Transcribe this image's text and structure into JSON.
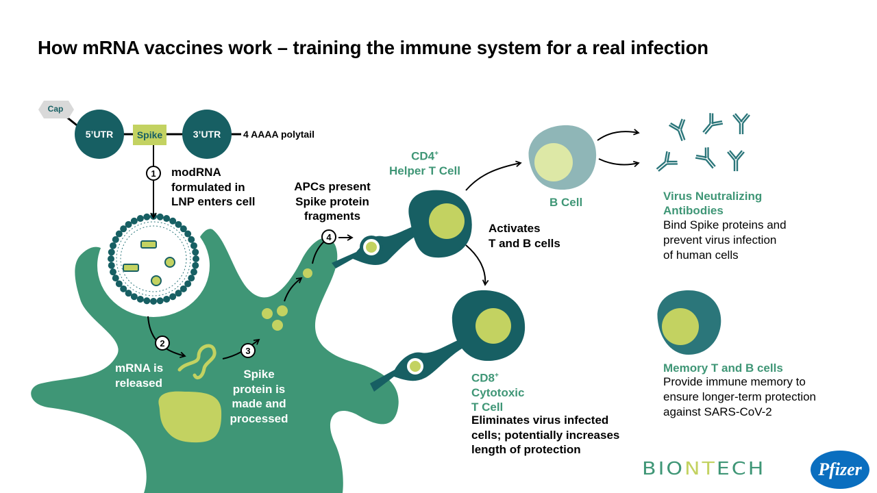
{
  "title": "How mRNA vaccines work – training the immune system for a real infection",
  "colors": {
    "dark_teal": "#175f63",
    "cell_green": "#3f9676",
    "lime": "#c3d261",
    "b_cell": "#8fb6b7",
    "b_nucleus": "#dde8a6",
    "memory_cell": "#2b767a",
    "cap_gray": "#d9d9d9",
    "pfizer_blue": "#0a6ebf"
  },
  "mrna_construct": {
    "cap": "Cap",
    "utr5": "5’UTR",
    "spike": "Spike",
    "utr3": "3’UTR",
    "polytail": "4 AAAA polytail"
  },
  "steps": [
    {
      "number": "1",
      "label": "modRNA\nformulated in\nLNP enters cell"
    },
    {
      "number": "2",
      "label": "mRNA is\nreleased"
    },
    {
      "number": "3",
      "label": "Spike\nprotein is\nmade and\nprocessed"
    },
    {
      "number": "4",
      "label": "APCs present\nSpike protein\nfragments"
    }
  ],
  "cells": {
    "cd4": {
      "name": "CD4",
      "superscript": "+",
      "subtitle": "Helper T Cell"
    },
    "activates": "Activates\nT and B cells",
    "b_cell": "B Cell",
    "cd8": {
      "name": "CD8",
      "superscript": "+",
      "line2": "Cytotoxic",
      "line3": "T Cell",
      "description": "Eliminates virus infected\ncells; potentially increases\nlength of protection"
    },
    "antibodies": {
      "heading": "Virus Neutralizing\nAntibodies",
      "description": "Bind Spike proteins and\nprevent virus infection\nof human cells"
    },
    "memory": {
      "heading": "Memory T and B cells",
      "description": "Provide immune memory to\nensure longer-term protection\nagainst SARS-CoV-2"
    }
  },
  "logos": {
    "biontech_left": "BIO",
    "biontech_mid": "NT",
    "biontech_right": "ECH",
    "pfizer": "Pfizer"
  }
}
